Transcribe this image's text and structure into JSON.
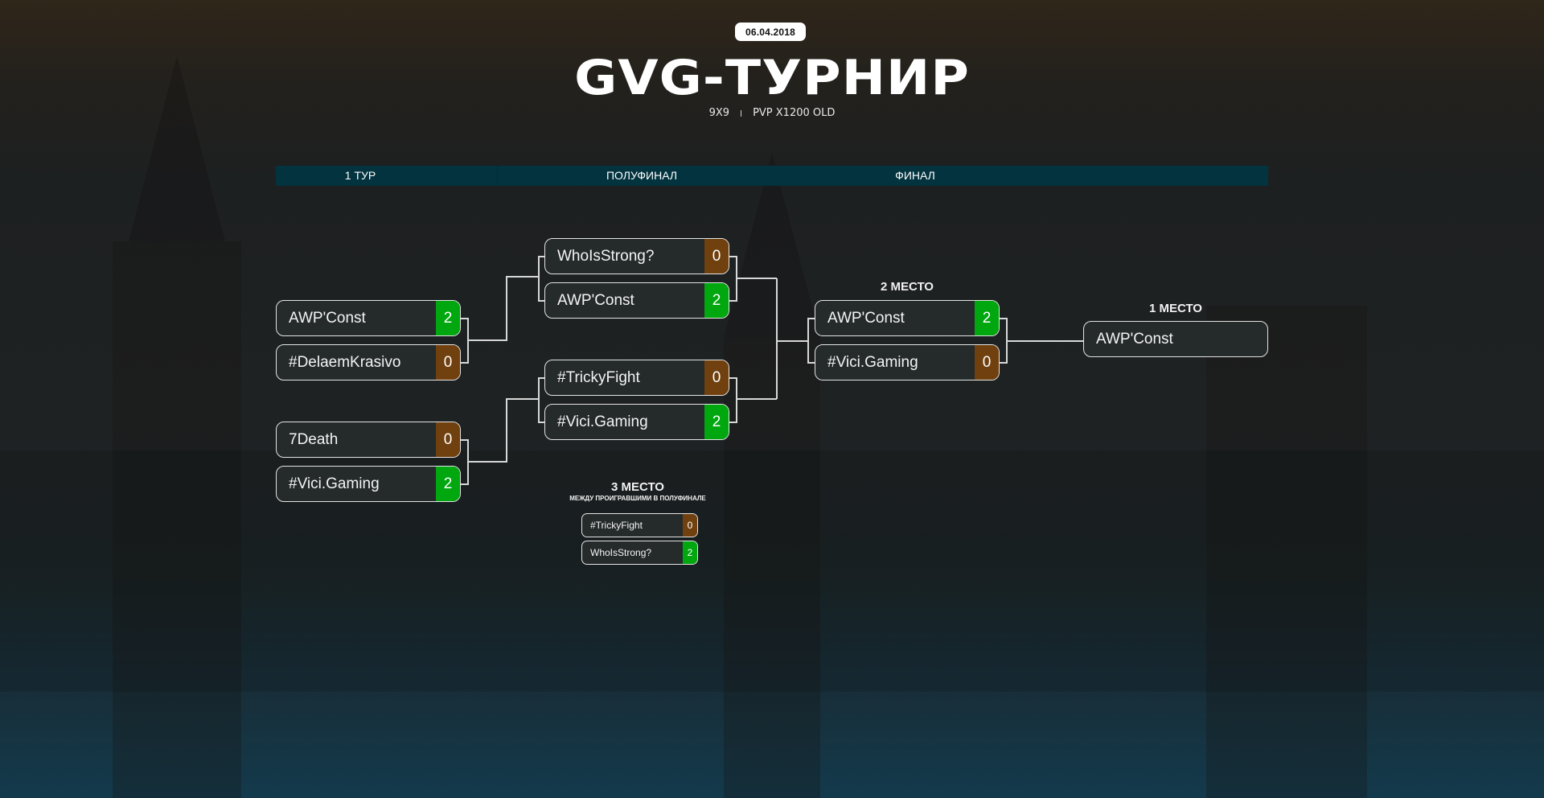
{
  "header": {
    "date": "06.04.2018",
    "title": "GVG-ТУРНИР",
    "format": "9X9",
    "server": "PVP X1200 OLD"
  },
  "rounds": [
    {
      "label": "1 ТУР"
    },
    {
      "label": "ПОЛУФИНАЛ"
    },
    {
      "label": "ФИНАЛ"
    }
  ],
  "round1": [
    {
      "team1": {
        "name": "AWP'Const",
        "score": "2",
        "result": "win"
      },
      "team2": {
        "name": "#DelaemKrasivo",
        "score": "0",
        "result": "loss"
      }
    },
    {
      "team1": {
        "name": "7Death",
        "score": "0",
        "result": "loss"
      },
      "team2": {
        "name": "#Vici.Gaming",
        "score": "2",
        "result": "win"
      }
    }
  ],
  "semifinal": [
    {
      "team1": {
        "name": "WhoIsStrong?",
        "score": "0",
        "result": "loss"
      },
      "team2": {
        "name": "AWP'Const",
        "score": "2",
        "result": "win"
      }
    },
    {
      "team1": {
        "name": "#TrickyFight",
        "score": "0",
        "result": "loss"
      },
      "team2": {
        "name": "#Vici.Gaming",
        "score": "2",
        "result": "win"
      }
    }
  ],
  "final": {
    "label": "2 МЕСТО",
    "team1": {
      "name": "AWP'Const",
      "score": "2",
      "result": "win"
    },
    "team2": {
      "name": "#Vici.Gaming",
      "score": "0",
      "result": "loss"
    }
  },
  "winner": {
    "label": "1 МЕСТО",
    "name": "AWP'Const"
  },
  "third_place": {
    "label": "3 МЕСТО",
    "sublabel": "МЕЖДУ ПРОИГРАВШИМИ В ПОЛУФИНАЛЕ",
    "team1": {
      "name": "#TrickyFight",
      "score": "0",
      "result": "loss"
    },
    "team2": {
      "name": "WhoIsStrong?",
      "score": "2",
      "result": "win"
    }
  },
  "colors": {
    "win": "#00a70f",
    "loss": "#70400e",
    "rounds_bar": "#02333f",
    "line": "#d8d8d8"
  }
}
